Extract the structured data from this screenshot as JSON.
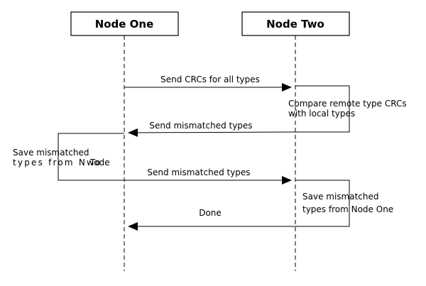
{
  "participants": {
    "one": "Node One",
    "two": "Node Two"
  },
  "messages": {
    "send_crcs": "Send CRCs for all types",
    "send_mismatched_1": "Send mismatched types",
    "send_mismatched_2": "Send mismatched types",
    "done": "Done"
  },
  "notes": {
    "compare_line1": "Compare remote type CRCs",
    "compare_line2": "with local types",
    "save_left_line1": "Save mismatched",
    "save_left_line2a": "types from Nwo",
    "save_left_line2b": "Tode",
    "save_right_line1": "Save mismatched",
    "save_right_line2": "types from Node One"
  },
  "colors": {
    "stroke": "#000000",
    "background": "#ffffff"
  }
}
